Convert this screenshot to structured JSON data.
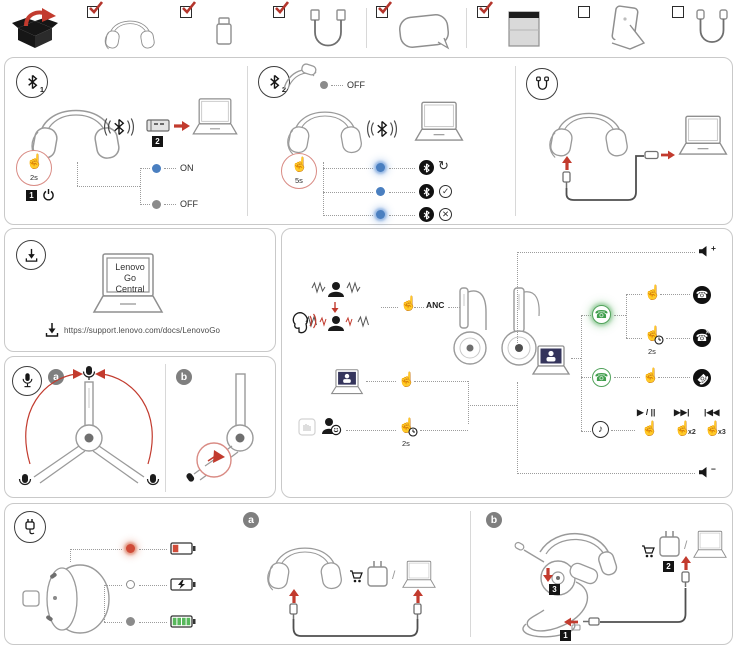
{
  "colors": {
    "accent_red": "#c23b2e",
    "led_blue": "#4a7fc0",
    "green": "#43a047",
    "battery_green": "#58b85c",
    "line_gray": "#9c9c9c",
    "panel_border": "#c9c9c9"
  },
  "icons": {
    "unboxing-icon": "black carton with red curved arrow",
    "bluetooth-icon": "bluetooth rune in circle",
    "signal-icon": "bluetooth glyph between radiating arcs",
    "power-icon": "circle with vertical bar",
    "download-icon": "arrow into tray",
    "mic-icon": "microphone",
    "usb-cable-icon": "U shaped cable",
    "charging-icon": "plug in circle",
    "tap-finger-icon": "pointing hand",
    "press-finger-icon": "pointing hand with clock",
    "phone-answer-icon": "handset on black disc",
    "phone-reject-icon": "handset with x on black disc",
    "phone-end-icon": "hung-up handset on black disc",
    "teams-icon": "dark square with white person",
    "speaker-icon": "loudspeaker"
  },
  "package": {
    "items": [
      {
        "id": "unboxing",
        "checked": null
      },
      {
        "id": "headset",
        "checked": true
      },
      {
        "id": "usb-dongle",
        "checked": true
      },
      {
        "id": "usb-a-cable",
        "checked": true
      },
      {
        "id": "carrying-case",
        "checked": true
      },
      {
        "id": "documentation",
        "checked": true
      },
      {
        "id": "charging-stand",
        "checked": false
      },
      {
        "id": "usb-c-cable",
        "checked": false
      }
    ]
  },
  "pairing_dongle": {
    "badge": "1",
    "hold": "2s",
    "step_power": "1",
    "step_dongle": "2",
    "led_on_label": "ON",
    "led_off_label": "OFF"
  },
  "pairing_bluetooth": {
    "badge": "2",
    "power_off_label": "OFF",
    "hold": "5s"
  },
  "software": {
    "app_name_line1": "Lenovo Go",
    "app_name_line2": "Central",
    "download_url": "https://support.lenovo.com/docs/LenovoGo"
  },
  "mic_boom": {
    "option_a": "a",
    "option_b": "b"
  },
  "controls": {
    "anc_label": "ANC",
    "teams_hold": "2s",
    "reject_hold": "2s",
    "volume_up": "+",
    "volume_down": "−",
    "music": {
      "play_pause": "▶ / ||",
      "next": "▶▶|",
      "previous": "|◀◀",
      "double_tap": "x2",
      "triple_tap": "x3"
    }
  },
  "charging": {
    "option_a": "a",
    "option_b": "b",
    "step_1": "1",
    "step_2": "2",
    "step_3": "3",
    "or_separator": "/"
  }
}
